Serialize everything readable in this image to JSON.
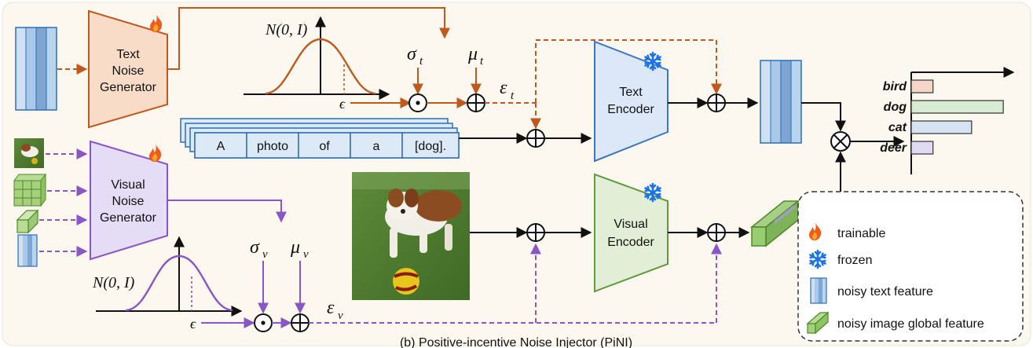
{
  "text_noise_generator": {
    "line1": "Text",
    "line2": "Noise",
    "line3": "Generator"
  },
  "visual_noise_generator": {
    "line1": "Visual",
    "line2": "Noise",
    "line3": "Generator"
  },
  "text_encoder": {
    "line1": "Text",
    "line2": "Encoder"
  },
  "visual_encoder": {
    "line1": "Visual",
    "line2": "Encoder"
  },
  "gaussian_label": "N(0, I)",
  "epsilon": "ϵ",
  "sigma_t": "σ",
  "sigma_t_sub": "t",
  "mu_t": "μ",
  "mu_t_sub": "t",
  "eps_t": "ε",
  "eps_t_sub": "t",
  "sigma_v": "σ",
  "sigma_v_sub": "v",
  "mu_v": "μ",
  "mu_v_sub": "v",
  "eps_v": "ε",
  "eps_v_sub": "v",
  "prompt_tokens": [
    "A",
    "photo",
    "of",
    "a",
    "[dog]."
  ],
  "class_labels": [
    "bird",
    "dog",
    "cat",
    "deer"
  ],
  "class_scores": [
    0.22,
    0.93,
    0.61,
    0.22
  ],
  "legend": {
    "trainable": "trainable",
    "frozen": "frozen",
    "noisy_text": "noisy text feature",
    "noisy_image": "noisy image global feature"
  },
  "caption": "(b) Positive-incentive Noise Injector (PiNI)",
  "colors": {
    "text_orange": "#c05a1c",
    "visual_purple": "#8a55c4",
    "text_enc_fill": "#dce8f7",
    "visual_enc_fill": "#e2efd6",
    "bird": "#f6d6c9",
    "dog": "#d7ead3",
    "cat": "#d6e4f2",
    "deer": "#e0daf2"
  }
}
